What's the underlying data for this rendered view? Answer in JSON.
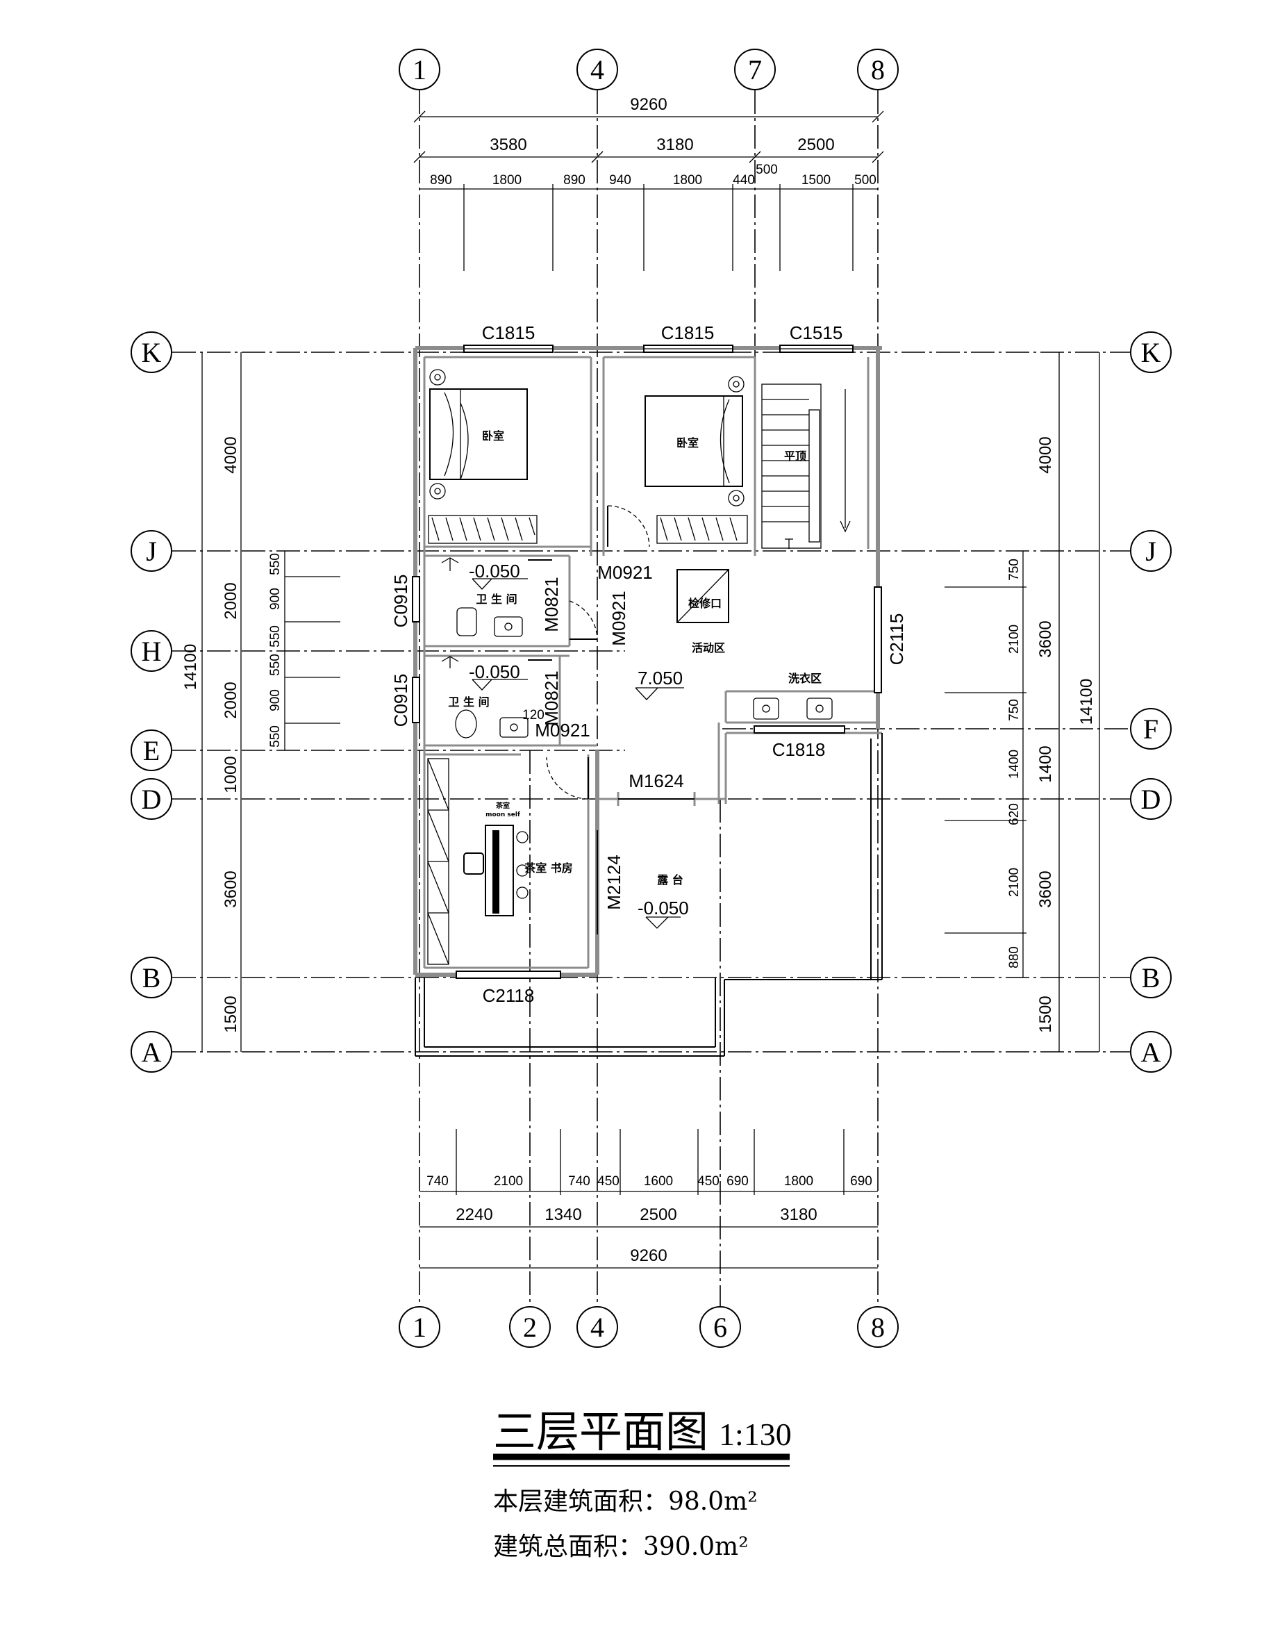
{
  "title": "三层平面图",
  "scale": "1:130",
  "floor_area": "本层建筑面积：98.0m²",
  "total_area": "建筑总面积：390.0m²",
  "axes_top": [
    "1",
    "4",
    "7",
    "8"
  ],
  "axes_bottom": [
    "1",
    "2",
    "4",
    "6",
    "8"
  ],
  "axes_rows": [
    "K",
    "J",
    "H",
    "E",
    "D",
    "B",
    "A",
    "F"
  ],
  "dims_top": {
    "total": "9260",
    "mid": [
      "3580",
      "3180",
      "2500"
    ],
    "detail": [
      "890",
      "1800",
      "890",
      "940",
      "1800",
      "440",
      "500",
      "1500",
      "500"
    ]
  },
  "dims_bottom": {
    "total": "9260",
    "mid": [
      "2240",
      "1340",
      "2500",
      "3180"
    ],
    "detail": [
      "740",
      "2100",
      "740",
      "450",
      "1600",
      "450",
      "690",
      "1800",
      "690"
    ]
  },
  "dims_left": {
    "total": "14100",
    "mid": [
      "4000",
      "2000",
      "2000",
      "1000",
      "3600",
      "1500"
    ],
    "detail": [
      "550",
      "900",
      "550",
      "550",
      "900",
      "550"
    ]
  },
  "dims_right": {
    "total": "14100",
    "mid": [
      "4000",
      "3600",
      "1400",
      "3600",
      "1500"
    ],
    "detail": [
      "750",
      "2100",
      "750",
      "1400",
      "620",
      "2100",
      "880"
    ]
  },
  "windows": [
    "C1815",
    "C1815",
    "C1515",
    "C0915",
    "C0915",
    "C2115",
    "C1818",
    "C2118"
  ],
  "doors": [
    "M0921",
    "M0821",
    "M0921",
    "M0821",
    "M0921",
    "M1624",
    "M2124"
  ],
  "rooms": {
    "bedroom1": "卧室",
    "bedroom2": "卧室",
    "roof": "平顶",
    "bath1": "卫 生 间",
    "bath2": "卫 生 间",
    "activity": "活动区",
    "access": "检修口",
    "laundry": "洗衣区",
    "study": "茶室 书房",
    "terrace": "露 台",
    "study_sign": "茶室",
    "study_sign2": "moon self"
  },
  "levels": [
    "-0.050",
    "-0.050",
    "7.050",
    "-0.050"
  ],
  "misc": {
    "n120": "120"
  }
}
